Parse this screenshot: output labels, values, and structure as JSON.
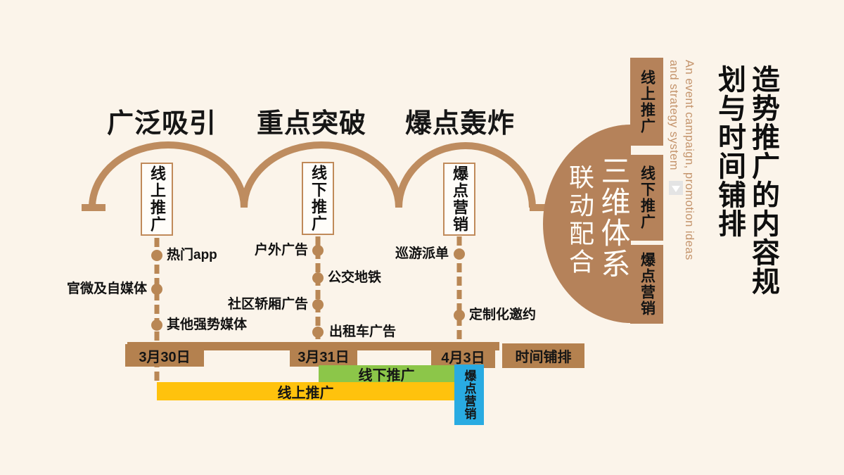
{
  "slide": {
    "title_line1": "造势推广的内容规",
    "title_line2": "划与时间铺排",
    "subtitle_en_line1": "An event campaign, promotion ideas",
    "subtitle_en_line2": "and strategy system"
  },
  "phases": [
    {
      "header": "广泛吸引",
      "channel": "线上推广",
      "items": [
        {
          "label": "热门app"
        },
        {
          "label": "官微及自媒体"
        },
        {
          "label": "其他强势媒体"
        }
      ]
    },
    {
      "header": "重点突破",
      "channel": "线下推广",
      "items": [
        {
          "label": "户外广告"
        },
        {
          "label": "公交地铁"
        },
        {
          "label": "社区轿厢广告"
        },
        {
          "label": "出租车广告"
        }
      ]
    },
    {
      "header": "爆点轰炸",
      "channel": "爆点营销",
      "items": [
        {
          "label": "巡游派单"
        },
        {
          "label": "定制化邀约"
        }
      ]
    }
  ],
  "timeline": {
    "dates": [
      "3月30日",
      "3月31日",
      "4月3日"
    ],
    "schedule_label": "时间铺排",
    "bars": [
      {
        "label": "线下推广",
        "color": "#8CC649"
      },
      {
        "label": "线上推广",
        "color": "#FFC20D"
      },
      {
        "label": "爆点营销",
        "color": "#29ABE2"
      }
    ]
  },
  "system": {
    "circle_line1": "三维体系",
    "circle_line2": "联动配合",
    "boxes": [
      "线上推广",
      "线下推广",
      "爆点营销"
    ]
  },
  "colors": {
    "background": "#FBF4EA",
    "brown_fill": "#B5825A",
    "brown_dark": "#B4814F",
    "arch_stroke": "#BE8C5F",
    "green": "#8CC649",
    "yellow": "#FFC20D",
    "blue": "#29ABE2",
    "english_text": "#C4946C"
  }
}
